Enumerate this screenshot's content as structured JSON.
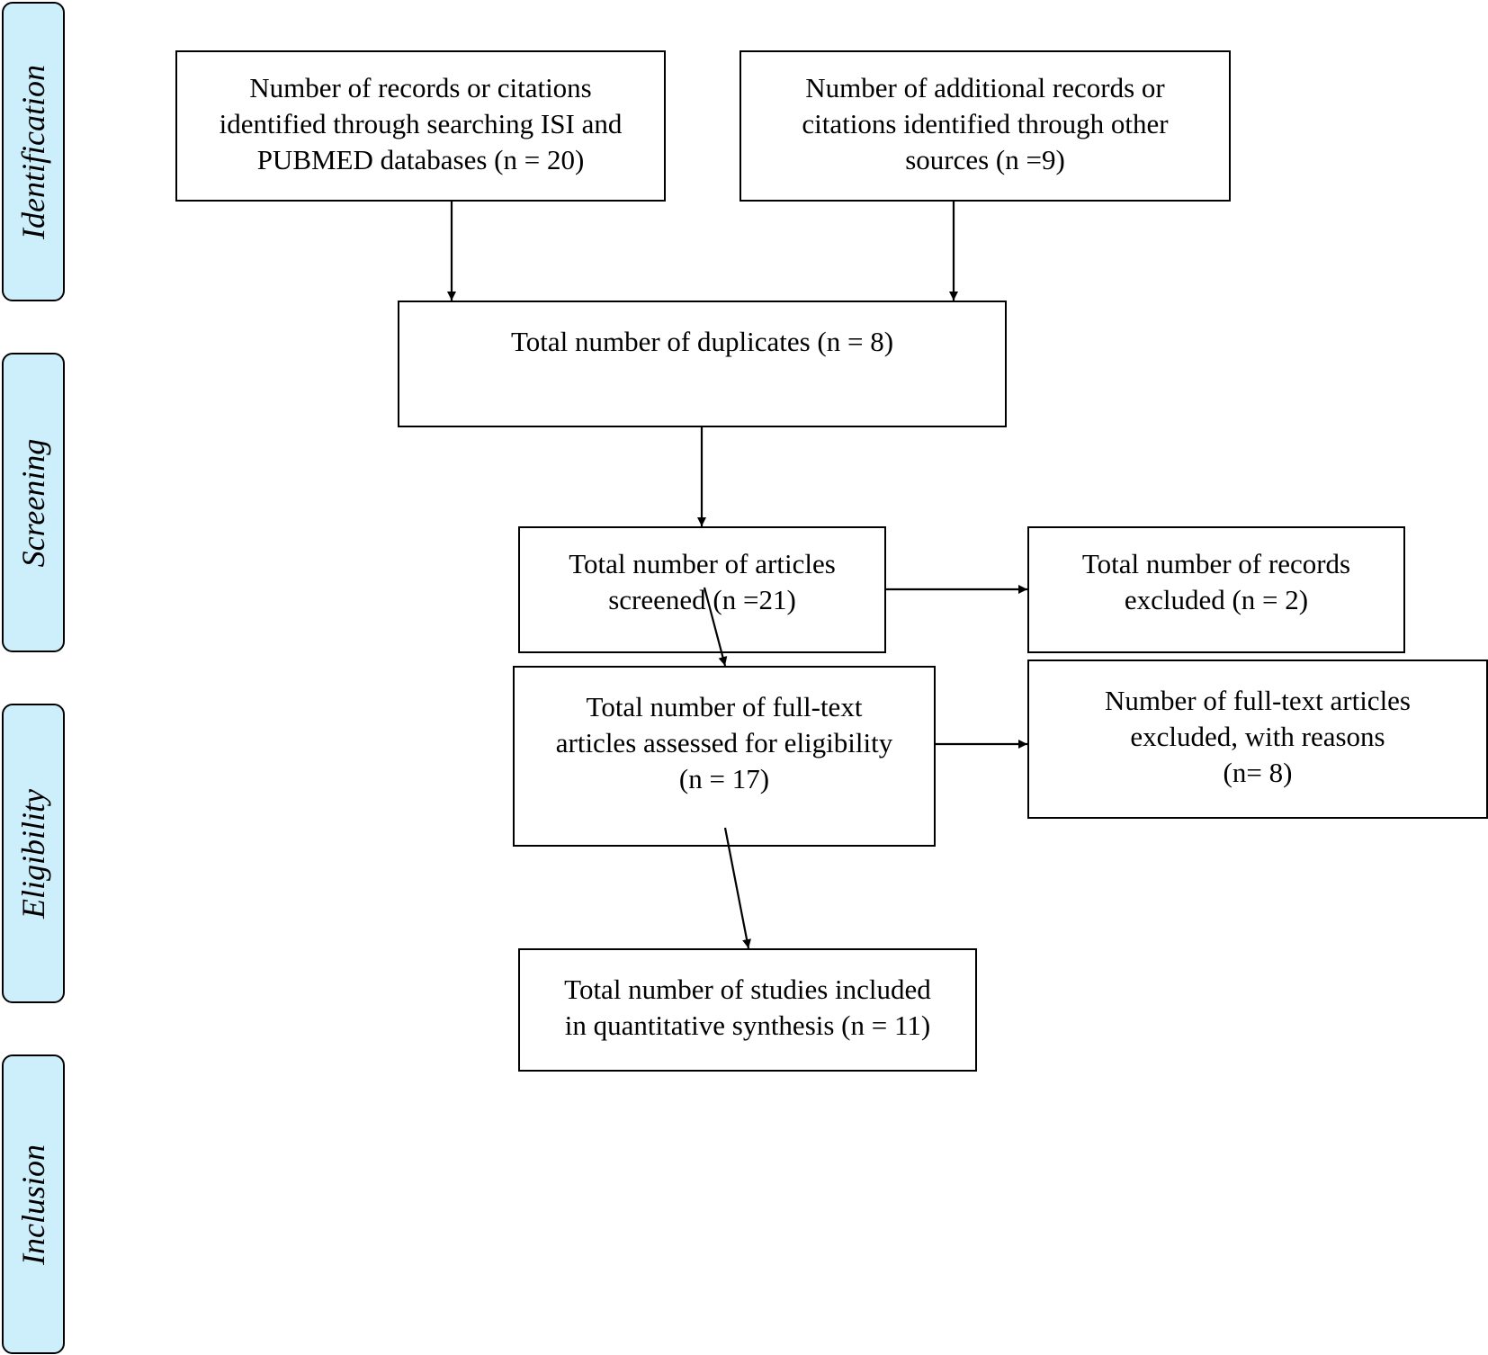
{
  "phases": {
    "identification": "Identification",
    "screening": "Screening",
    "eligibility": "Eligibility",
    "inclusion": "Inclusion"
  },
  "boxes": {
    "database_records": "Number of records or citations\nidentified through searching ISI and\nPUBMED databases (n = 20)",
    "other_sources": "Number of additional records or\ncitations identified through other\nsources (n =9)",
    "duplicates": "Total number of duplicates (n = 8)",
    "screened": "Total number of articles\nscreened (n =21)",
    "records_excluded": "Total number of records\nexcluded (n = 2)",
    "fulltext_assessed": "Total number of full-text\narticles assessed for eligibility\n(n = 17)",
    "fulltext_excluded": "Number of full-text articles\nexcluded, with reasons\n(n= 8)",
    "included": "Total number of studies included\nin quantitative synthesis (n = 11)"
  },
  "colors": {
    "phase_fill": "#cdeefb",
    "line": "#000000"
  }
}
